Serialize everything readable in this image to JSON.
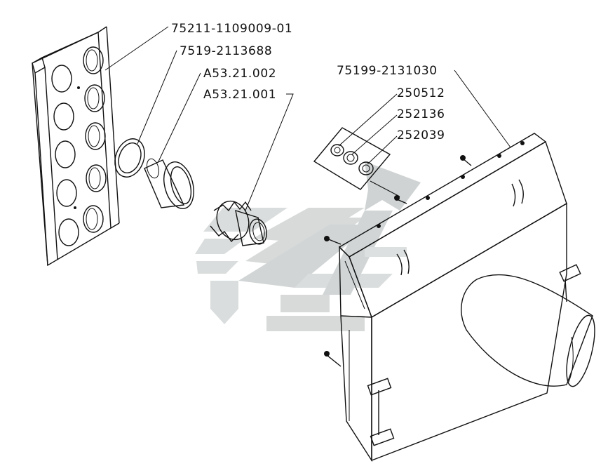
{
  "diagram": {
    "part_labels": [
      "75211-1109009-01",
      "7519-2113688",
      "A53.21.002",
      "A53.21.001",
      "75199-2131030",
      "250512",
      "252136",
      "252039"
    ]
  },
  "colors": {
    "line": "#111111",
    "watermark_light": "#d9dcdc",
    "watermark_dark": "#bfc3c3",
    "background": "#ffffff"
  }
}
